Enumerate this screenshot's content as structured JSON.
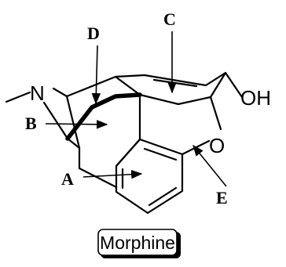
{
  "atoms": {
    "nitrogen": "N",
    "oxygen": "O",
    "hydroxyl": "OH"
  },
  "ring_labels": [
    "A",
    "B",
    "C",
    "D",
    "E"
  ],
  "caption": "Morphine"
}
